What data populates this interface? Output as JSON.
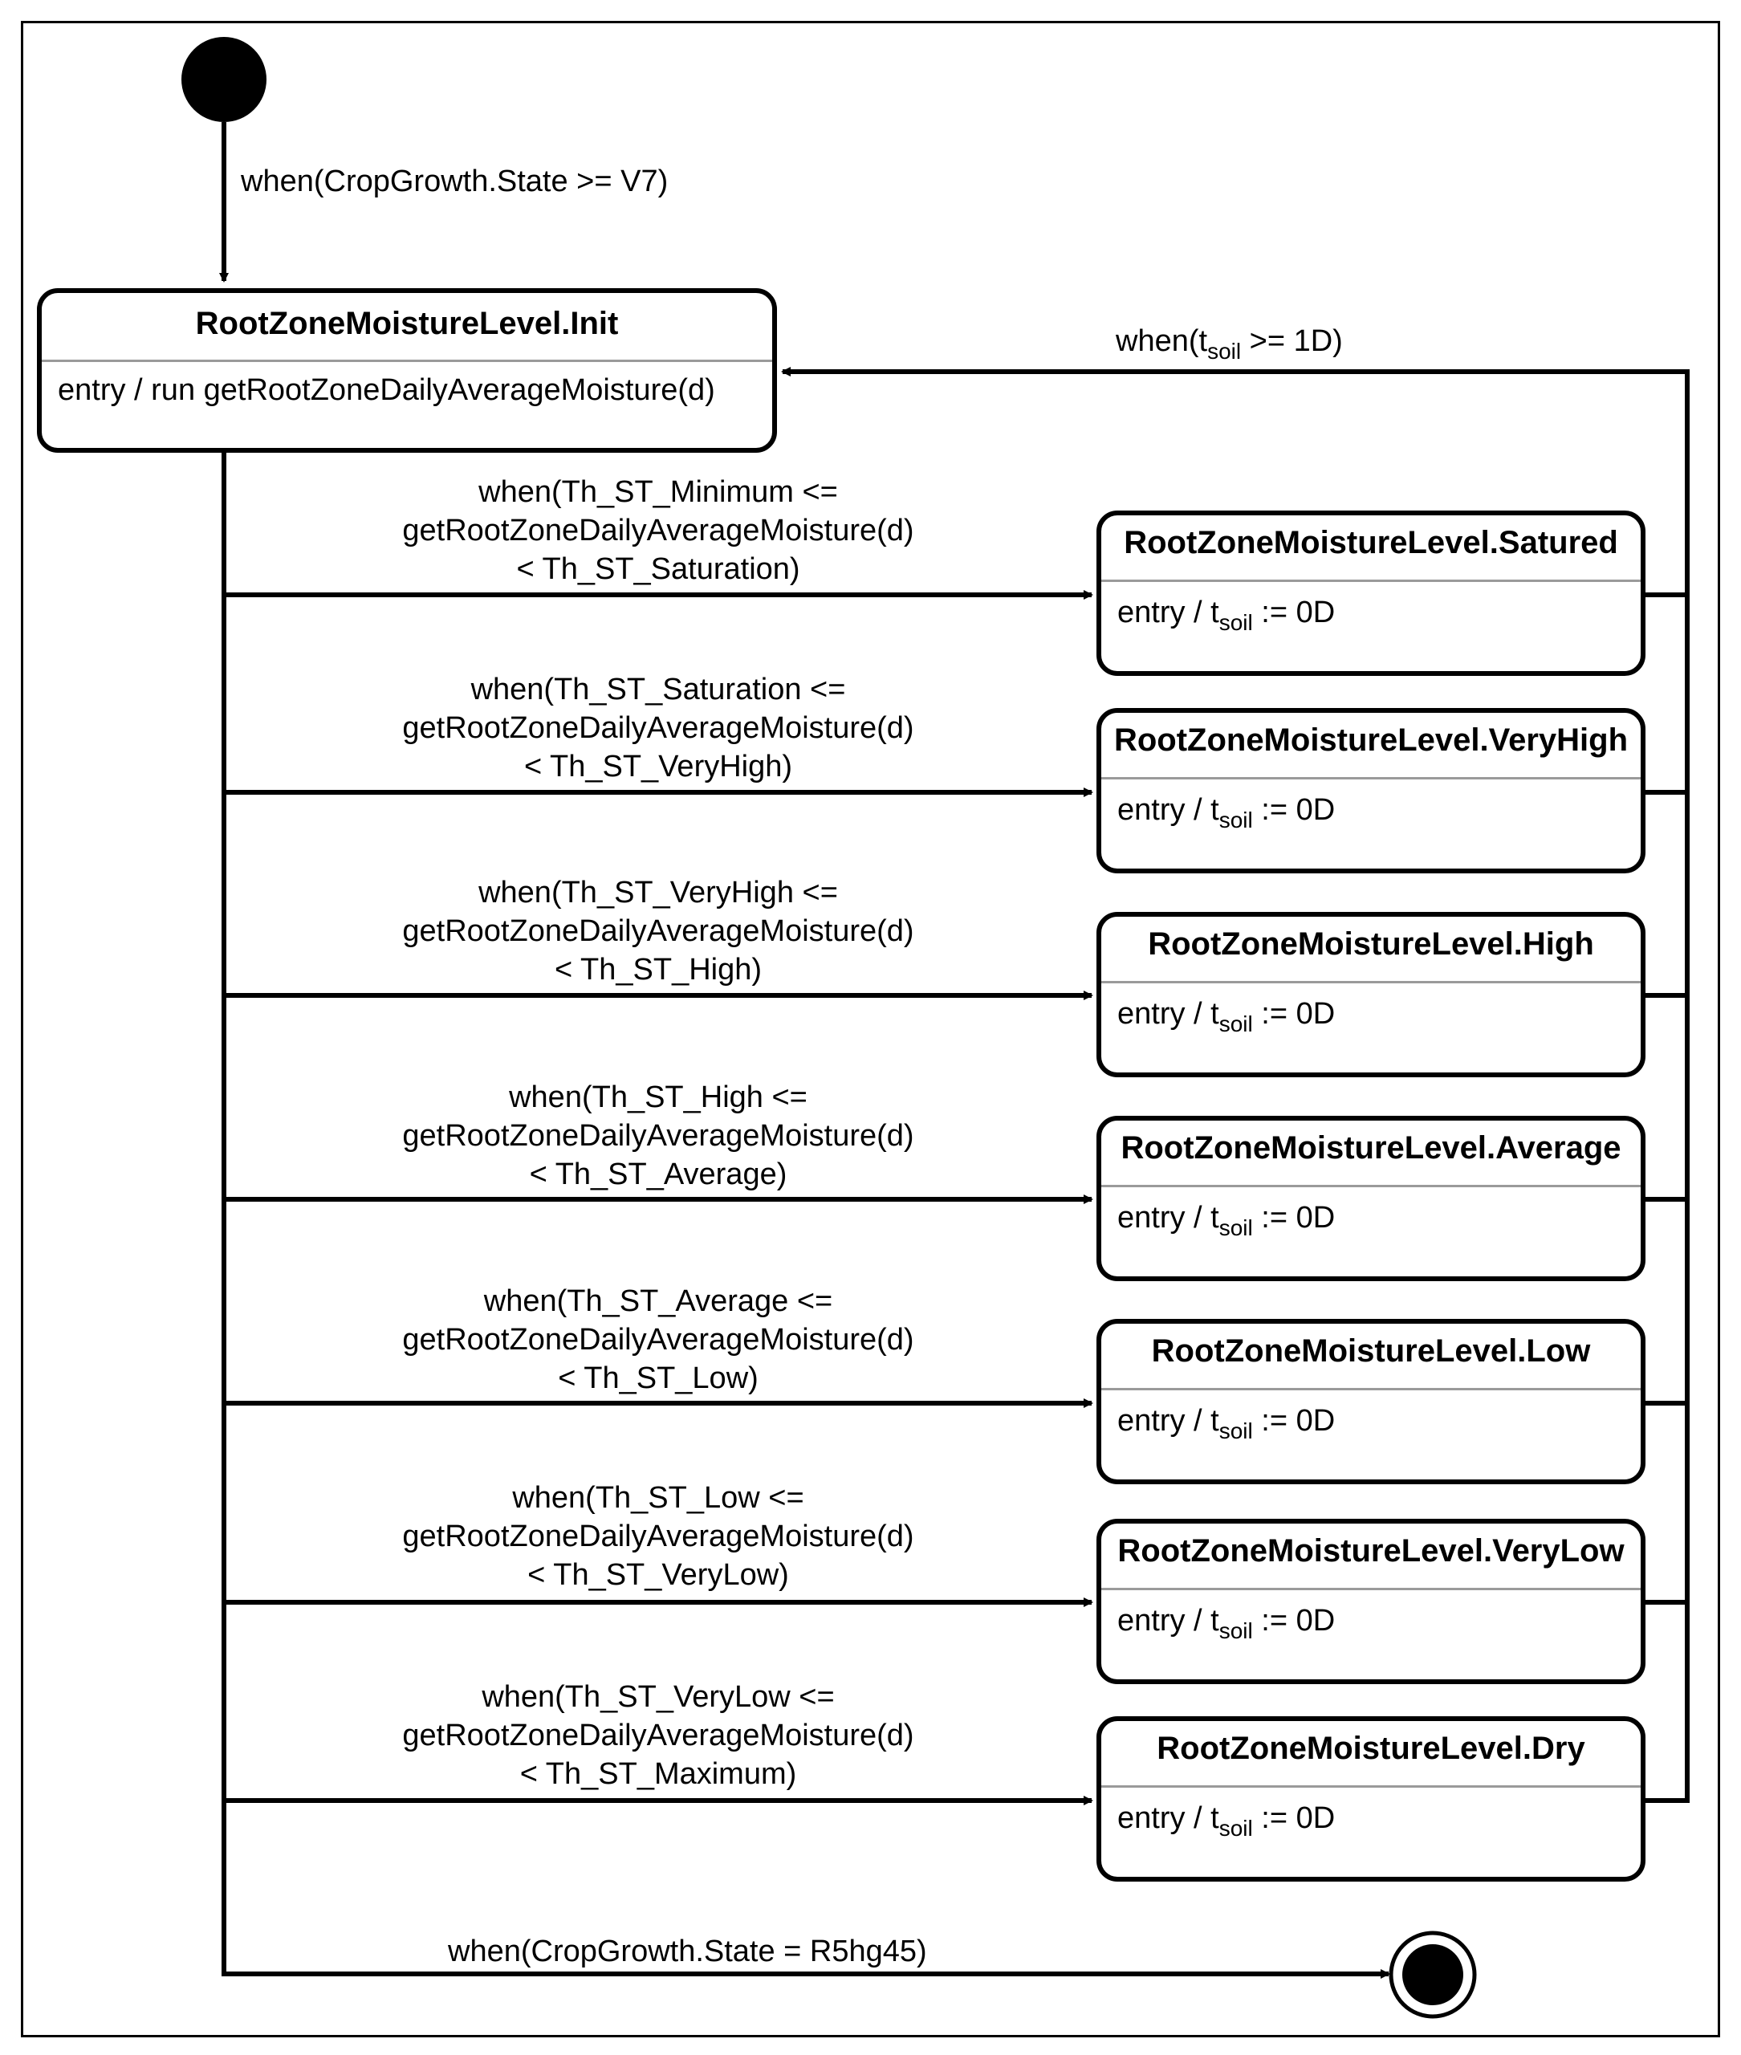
{
  "init_state": {
    "name": "RootZoneMoistureLevel.Init",
    "entry": "entry / run getRootZoneDailyAverageMoisture(d)"
  },
  "start_transition": "when(CropGrowth.State >= V7)",
  "return_transition": {
    "prefix": "when(t",
    "sub": "soil",
    "suffix": " >= 1D)"
  },
  "end_transition": "when(CropGrowth.State = R5hg45)",
  "entry_action": {
    "prefix": "entry / t",
    "sub": "soil",
    "suffix": " := 0D"
  },
  "states": [
    {
      "name": "RootZoneMoistureLevel.Satured",
      "guard": [
        "when(Th_ST_Minimum <=",
        "getRootZoneDailyAverageMoisture(d)",
        "< Th_ST_Saturation)"
      ]
    },
    {
      "name": "RootZoneMoistureLevel.VeryHigh",
      "guard": [
        "when(Th_ST_Saturation <=",
        "getRootZoneDailyAverageMoisture(d)",
        "< Th_ST_VeryHigh)"
      ]
    },
    {
      "name": "RootZoneMoistureLevel.High",
      "guard": [
        "when(Th_ST_VeryHigh <=",
        "getRootZoneDailyAverageMoisture(d)",
        "< Th_ST_High)"
      ]
    },
    {
      "name": "RootZoneMoistureLevel.Average",
      "guard": [
        "when(Th_ST_High <=",
        "getRootZoneDailyAverageMoisture(d)",
        "< Th_ST_Average)"
      ]
    },
    {
      "name": "RootZoneMoistureLevel.Low",
      "guard": [
        "when(Th_ST_Average <=",
        "getRootZoneDailyAverageMoisture(d)",
        "< Th_ST_Low)"
      ]
    },
    {
      "name": "RootZoneMoistureLevel.VeryLow",
      "guard": [
        "when(Th_ST_Low <=",
        "getRootZoneDailyAverageMoisture(d)",
        "< Th_ST_VeryLow)"
      ]
    },
    {
      "name": "RootZoneMoistureLevel.Dry",
      "guard": [
        "when(Th_ST_VeryLow <=",
        "getRootZoneDailyAverageMoisture(d)",
        "< Th_ST_Maximum)"
      ]
    }
  ]
}
